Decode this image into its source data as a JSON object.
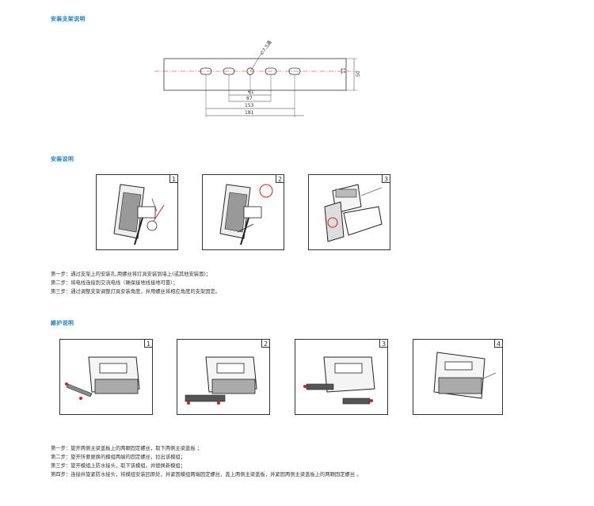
{
  "sections": {
    "bracket": {
      "title": "安装支架说明"
    },
    "install": {
      "title": "安装说明"
    },
    "maintenance": {
      "title": "維护说明"
    }
  },
  "drawing": {
    "hole_label": "∅7.5通",
    "dim_61": "61",
    "dim_87": "87",
    "dim_153": "153",
    "dim_181": "181",
    "dim_11": "11",
    "dim_50": "50"
  },
  "install_panels": [
    "1",
    "2",
    "3"
  ],
  "install_steps": [
    "第一步：通过支架上的安装孔,用螺丝将灯具安装到墙上(或其他安装面)；",
    "第二步：将电线连接到交流电线（确保接地线接地可靠）；",
    "第三步：通过调整支架调整灯具安装角度，并用螺丝将相应角度的支架固定。"
  ],
  "maintenance_panels": [
    "1",
    "2",
    "3",
    "4"
  ],
  "maintenance_steps": [
    "第一步：旋开两侧主梁盖板上的两颗固定螺丝，取下两侧主梁盖板 ；",
    "第二步：旋开所要更换的模组两端的固定螺丝，拉出该模组；",
    "第三步：旋开模组上防水接头，取下该模组，并替换新模组；",
    "第四步：连接并旋紧防水接头，将模组安装回原处，并紧固模组两端固定螺丝，盖上两侧主梁盖板，并紧固两侧主梁盖板上的两颗固定螺丝 。"
  ],
  "colors": {
    "title": "#1a7fc1",
    "accent_red": "#d21f1f",
    "line": "#333333"
  }
}
